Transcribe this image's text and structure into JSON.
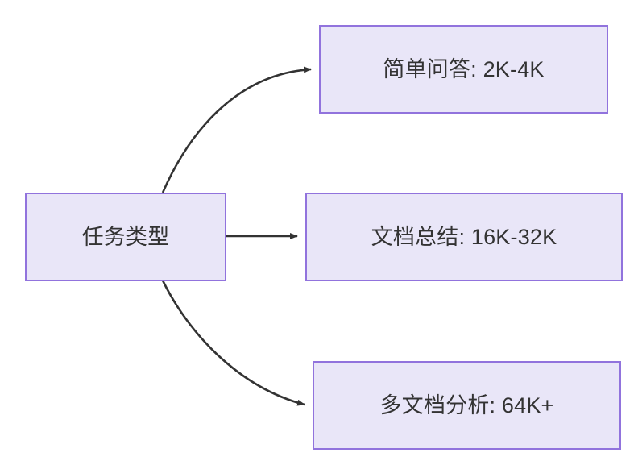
{
  "diagram": {
    "type": "flowchart",
    "direction": "left-to-right",
    "background_color": "#ffffff",
    "node_fill_color": "#e9e6f8",
    "node_border_color": "#9173dd",
    "node_text_color": "#333333",
    "edge_color": "#333333",
    "nodes": [
      {
        "id": "source",
        "label": "任务类型",
        "role": "root"
      },
      {
        "id": "simple-qa",
        "label": "简单问答: 2K-4K",
        "role": "leaf"
      },
      {
        "id": "doc-summary",
        "label": "文档总结: 16K-32K",
        "role": "leaf"
      },
      {
        "id": "multi-doc",
        "label": "多文档分析: 64K+",
        "role": "leaf"
      }
    ],
    "edges": [
      {
        "id": "edge-source-simple-qa",
        "from": "source",
        "to": "simple-qa",
        "label": "",
        "style": "curved-arrow"
      },
      {
        "id": "edge-source-doc-summary",
        "from": "source",
        "to": "doc-summary",
        "label": "",
        "style": "straight-arrow"
      },
      {
        "id": "edge-source-multi-doc",
        "from": "source",
        "to": "multi-doc",
        "label": "",
        "style": "curved-arrow"
      }
    ]
  }
}
